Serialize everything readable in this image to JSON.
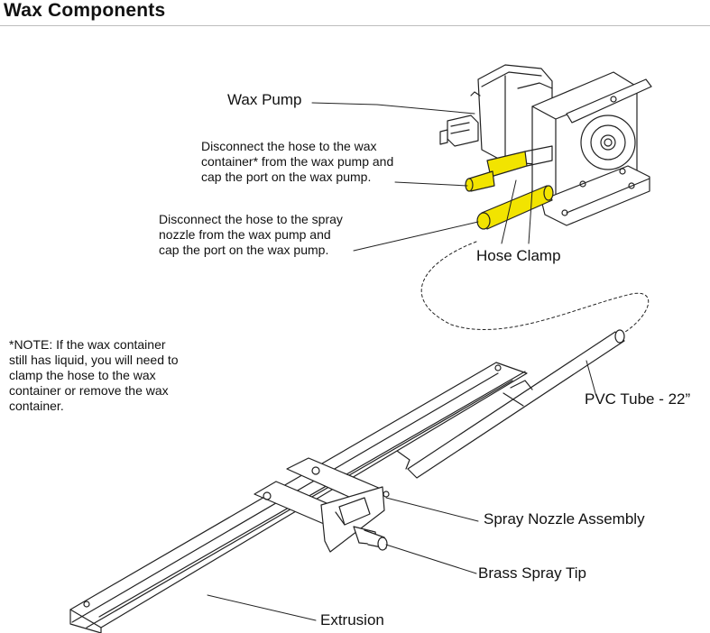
{
  "title": "Wax Components",
  "labels": {
    "wax_pump": "Wax Pump",
    "hose_clamp": "Hose Clamp",
    "pvc_tube": "PVC Tube - 22”",
    "spray_nozzle_assembly": "Spray Nozzle Assembly",
    "brass_spray_tip": "Brass Spray Tip",
    "extrusion": "Extrusion"
  },
  "instructions": {
    "wax_container_hose": [
      "Disconnect the hose to the wax",
      "container* from the wax pump and",
      "cap the port on the wax pump."
    ],
    "spray_nozzle_hose": [
      "Disconnect the hose to the spray",
      "nozzle from the wax pump and",
      "cap the port on the wax pump."
    ]
  },
  "note": [
    "*NOTE: If the wax container",
    "still has liquid, you will need to",
    "clamp the hose to the wax",
    "container or remove the wax",
    "container."
  ],
  "colors": {
    "hose_highlight": "#f2e400",
    "line": "#222222"
  }
}
